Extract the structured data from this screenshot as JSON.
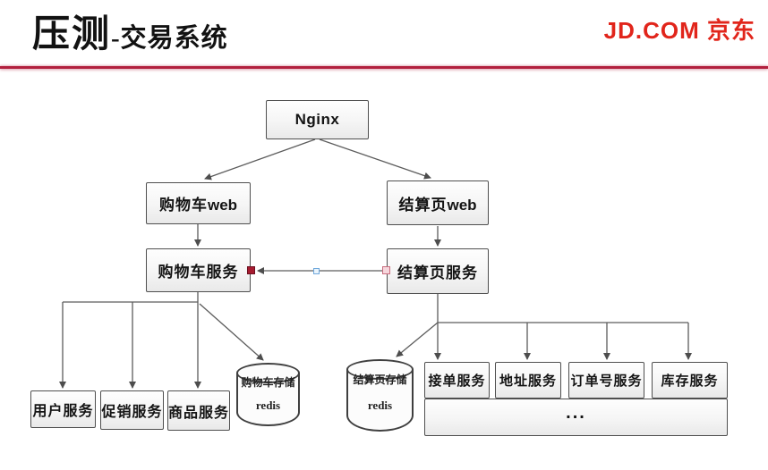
{
  "header": {
    "title_main": "压测",
    "title_sub": "-交易系统",
    "logo": "JD.COM 京东",
    "divider_color": "#b2203e",
    "logo_color": "#e1251b"
  },
  "diagram": {
    "nodes": {
      "nginx": {
        "label": "Nginx"
      },
      "cart_web": {
        "label_cn": "购物车",
        "label_en": "web"
      },
      "checkout_web": {
        "label_cn": "结算页",
        "label_en": "web"
      },
      "cart_service": {
        "label": "购物车服务"
      },
      "checkout_service": {
        "label": "结算页服务"
      },
      "user_service": {
        "label": "用户服务"
      },
      "promo_service": {
        "label": "促销服务"
      },
      "product_service": {
        "label": "商品服务"
      },
      "cart_storage": {
        "label": "购物车存储",
        "sublabel": "redis"
      },
      "checkout_storage": {
        "label": "结算页存储",
        "sublabel": "redis"
      },
      "order_service": {
        "label": "接单服务"
      },
      "address_service": {
        "label": "地址服务"
      },
      "order_no_service": {
        "label": "订单号服务"
      },
      "stock_service": {
        "label": "库存服务"
      },
      "more_services": {
        "label": "..."
      }
    },
    "connector_colors": {
      "line": "#5c5c5c",
      "handle_start": "#a61c30",
      "handle_mid": "#6fa8dc",
      "handle_end": "#e8a7b4"
    }
  }
}
